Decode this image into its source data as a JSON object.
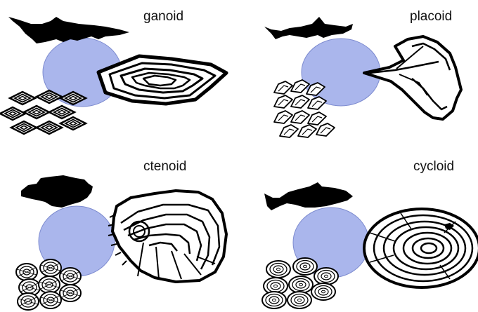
{
  "panels": [
    {
      "label": "ganoid"
    },
    {
      "label": "placoid"
    },
    {
      "label": "ctenoid"
    },
    {
      "label": "cycloid"
    }
  ],
  "colors": {
    "circle_fill": "#aab6ec",
    "circle_stroke": "#7d8bcf",
    "ink": "#000000",
    "text": "#111111"
  }
}
